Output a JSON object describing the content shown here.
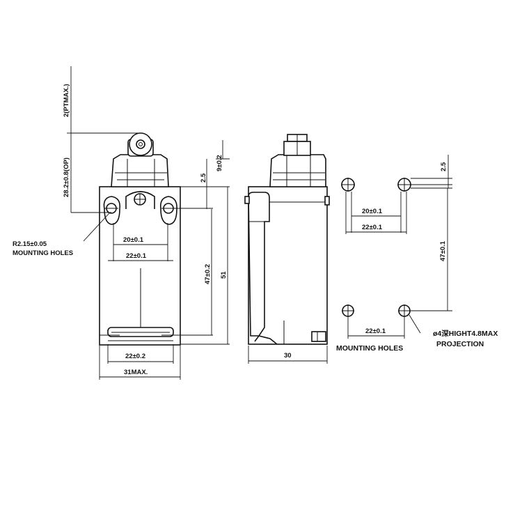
{
  "front_view": {
    "dim_overtravel": "2(PTMAX.)",
    "dim_operating": "28.2±0.8(OP)",
    "dim_roller_top": "9±0.2",
    "dim_hole_offset": "2.5",
    "dim_hole_pitch": "47±0.2",
    "dim_body_height": "51",
    "dim_inner_spacing": "20±0.1",
    "dim_outer_spacing": "22±0.1",
    "dim_bottom_spacing": "22±0.2",
    "dim_body_width": "31MAX.",
    "hole_label_line1": "R2.15±0.05",
    "hole_label_line2": "MOUNTING HOLES"
  },
  "side_view": {
    "dim_depth": "30"
  },
  "hole_pattern": {
    "dim_offset": "2.5",
    "dim_inner_spacing": "20±0.1",
    "dim_outer_spacing": "22±0.1",
    "dim_pitch": "47±0.1",
    "dim_bottom_spacing": "22±0.1",
    "mounting_label": "MOUNTING HOLES",
    "projection_line1": "ø4深HIGHT4.8MAX",
    "projection_line2": "PROJECTION"
  }
}
